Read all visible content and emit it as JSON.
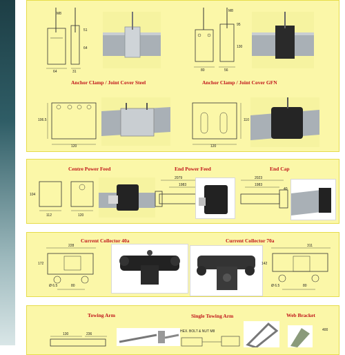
{
  "sections": {
    "anchor_steel": {
      "title": "Anchor Clamp / Joint Cover Steel",
      "dims": [
        "106.5",
        "120"
      ]
    },
    "anchor_gfn": {
      "title": "Anchor Clamp / Joint Cover GFN",
      "dims": [
        "110",
        "120"
      ]
    },
    "centre_feed": {
      "title": "Centre Power Feed",
      "dims": [
        "104",
        "112",
        "120"
      ]
    },
    "end_feed": {
      "title": "End Power Feed",
      "dims": [
        "2079",
        "1983"
      ]
    },
    "end_cap": {
      "title": "End Cap",
      "dims": [
        "2023",
        "1983",
        "40"
      ]
    },
    "collector40": {
      "title": "Current Collector 40a",
      "dims": [
        "228",
        "172",
        "Ø 6.5",
        "80"
      ]
    },
    "collector70": {
      "title": "Current Collector 70a",
      "dims": [
        "311",
        "142",
        "Ø 6.5",
        "80"
      ]
    },
    "towing": {
      "title": "Towing Arm",
      "dims": [
        "130",
        "236"
      ]
    },
    "single_towing": {
      "title": "Single Towing Arm",
      "note": "HEX. BOLT & NUT M8"
    },
    "web_bracket": {
      "title": "Web Bracket",
      "dims": [
        "400"
      ]
    },
    "top_left": {
      "dims": [
        "M8",
        "51",
        "64",
        "64",
        "31"
      ]
    },
    "top_right": {
      "dims": [
        "M8",
        "95",
        "130",
        "80",
        "56"
      ]
    }
  },
  "colors": {
    "title_red": "#c0141a",
    "panel_yellow": "#fbf7a8",
    "panel_border": "#e6dc4a",
    "strip_dark": "#1d3e45"
  }
}
